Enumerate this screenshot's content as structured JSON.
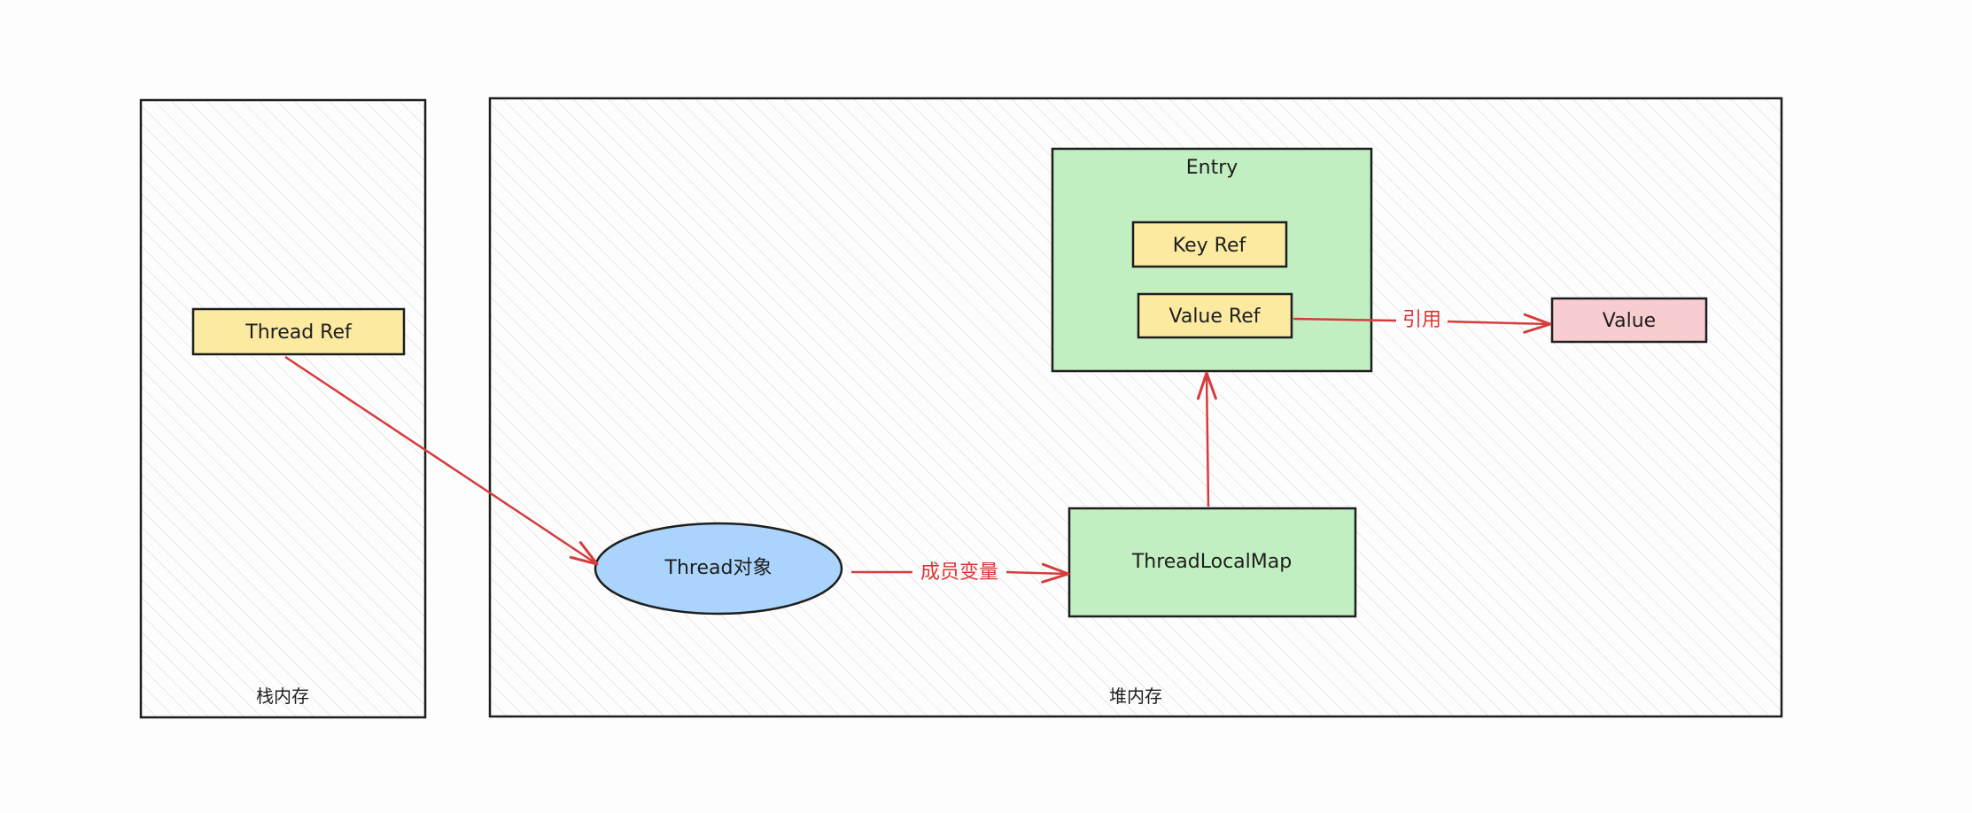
{
  "regions": {
    "stack_label": "栈内存",
    "heap_label": "堆内存"
  },
  "nodes": {
    "thread_ref": "Thread Ref",
    "thread_object": "Thread对象",
    "threadlocalmap": "ThreadLocalMap",
    "entry": "Entry",
    "key_ref": "Key Ref",
    "value_ref": "Value Ref",
    "value": "Value"
  },
  "edges": {
    "member_variable": "成员变量",
    "reference": "引用"
  },
  "colors": {
    "background": "#fdfdfd",
    "stroke": "#1e1e1e",
    "hatch": "#dcdcdc",
    "ref_fill": "#fbeaa0",
    "map_fill": "#c2efc2",
    "ellipse_fill": "#aad4fb",
    "value_fill": "#f8cdd0",
    "arrow": "#d63c3c",
    "edge_label": "#e03131"
  }
}
